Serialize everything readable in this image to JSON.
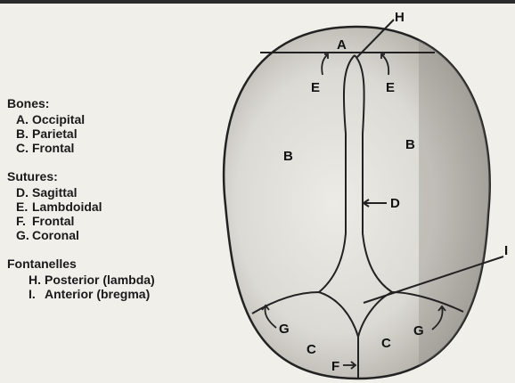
{
  "legend": {
    "groups": [
      {
        "title": "Bones:",
        "items": [
          {
            "letter": "A.",
            "name": "Occipital"
          },
          {
            "letter": "B.",
            "name": "Parietal"
          },
          {
            "letter": "C.",
            "name": "Frontal"
          }
        ]
      },
      {
        "title": "Sutures:",
        "items": [
          {
            "letter": "D.",
            "name": "Sagittal"
          },
          {
            "letter": "E.",
            "name": "Lambdoidal"
          },
          {
            "letter": "F.",
            "name": "Frontal"
          },
          {
            "letter": "G.",
            "name": "Coronal"
          }
        ]
      },
      {
        "title": "Fontanelles",
        "items": [
          {
            "letter": "H.",
            "name": "Posterior (lambda)"
          },
          {
            "letter": "I.",
            "name": "Anterior (bregma)"
          }
        ]
      }
    ]
  },
  "diagram": {
    "labels": {
      "A": "A",
      "B_left": "B",
      "B_right": "B",
      "C_left": "C",
      "C_right": "C",
      "D": "D",
      "E_left": "E",
      "E_right": "E",
      "F": "F",
      "G_left": "G",
      "G_right": "G",
      "H": "H",
      "I": "I"
    }
  }
}
